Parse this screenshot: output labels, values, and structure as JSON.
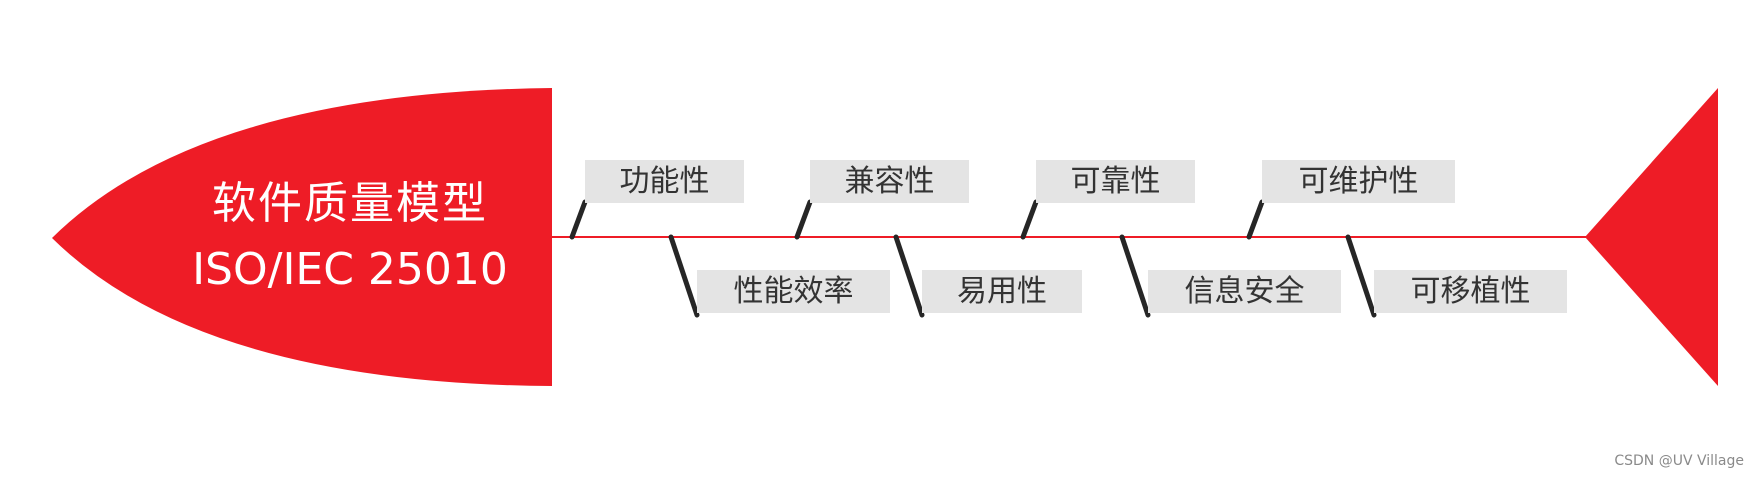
{
  "diagram": {
    "title_line1": "软件质量模型",
    "title_line2": "ISO/IEC 25010",
    "characteristics_top": [
      "功能性",
      "兼容性",
      "可靠性",
      "可维护性"
    ],
    "characteristics_bottom": [
      "性能效率",
      "易用性",
      "信息安全",
      "可移植性"
    ],
    "colors": {
      "head": "#ee1c26",
      "spine": "#ee1c26",
      "tail": "#ee1c26",
      "bone": "#262626",
      "label_bg": "#e4e4e4",
      "label_text": "#333333"
    }
  },
  "watermark": "CSDN @UV Village"
}
